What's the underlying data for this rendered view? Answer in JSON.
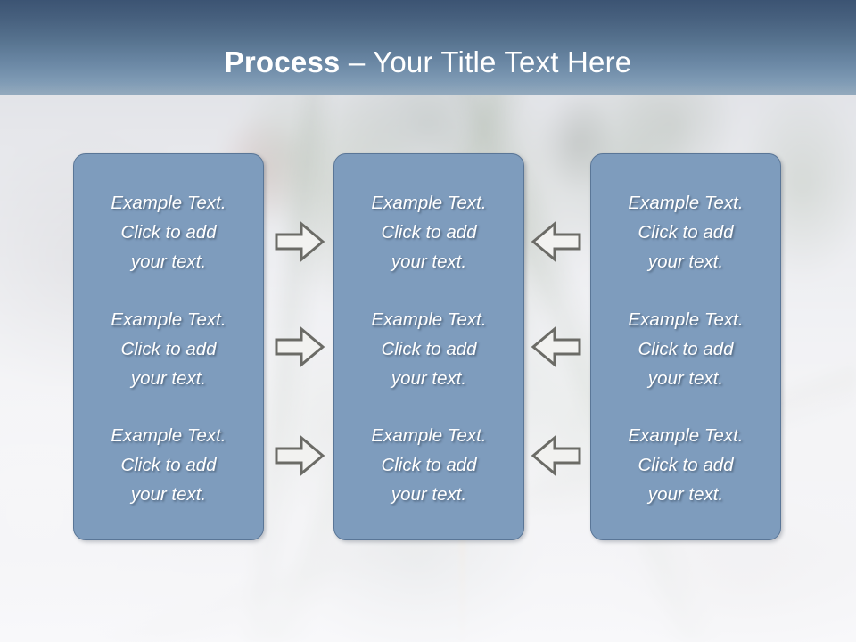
{
  "slide": {
    "title_bold": "Process",
    "title_rest": " – Your Title Text Here",
    "title_full": "Process – Your Title Text Here"
  },
  "theme": {
    "header_top_color": "#3c5473",
    "header_bottom_color": "#93a9bd",
    "box_fill": "#7e9cbd",
    "box_border": "#5a7697",
    "text_color": "#ffffff",
    "arrow_fill": "#f0f0ee",
    "arrow_outline": "#6b6b66",
    "background_base": "#e2e2e8"
  },
  "columns": [
    {
      "id": "column-1",
      "blocks": [
        {
          "text": "Example Text.\nClick  to add\nyour text."
        },
        {
          "text": "Example Text.\nClick  to add\nyour text."
        },
        {
          "text": "Example Text.\nClick  to add\nyour text."
        }
      ]
    },
    {
      "id": "column-2",
      "blocks": [
        {
          "text": "Example Text.\nClick  to add\nyour text."
        },
        {
          "text": "Example Text.\nClick  to add\nyour text."
        },
        {
          "text": "Example Text.\nClick  to add\nyour text."
        }
      ]
    },
    {
      "id": "column-3",
      "blocks": [
        {
          "text": "Example Text.\nClick  to add\nyour text."
        },
        {
          "text": "Example Text.\nClick  to add\nyour text."
        },
        {
          "text": "Example Text.\nClick  to add\nyour text."
        }
      ]
    }
  ],
  "arrows": [
    {
      "id": "arrow-right-1",
      "direction": "right",
      "icon": "arrow-right-icon"
    },
    {
      "id": "arrow-right-2",
      "direction": "right",
      "icon": "arrow-right-icon"
    },
    {
      "id": "arrow-right-3",
      "direction": "right",
      "icon": "arrow-right-icon"
    },
    {
      "id": "arrow-left-1",
      "direction": "left",
      "icon": "arrow-left-icon"
    },
    {
      "id": "arrow-left-2",
      "direction": "left",
      "icon": "arrow-left-icon"
    },
    {
      "id": "arrow-left-3",
      "direction": "left",
      "icon": "arrow-left-icon"
    }
  ]
}
